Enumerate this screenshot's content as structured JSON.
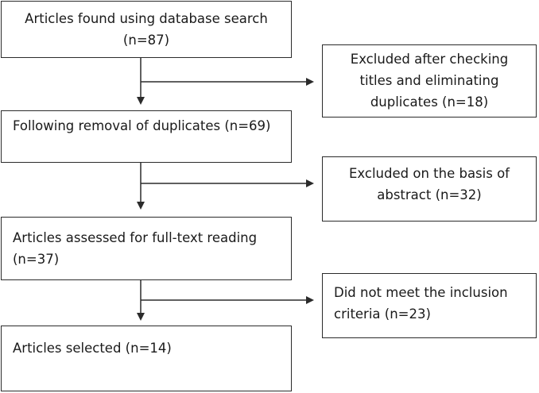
{
  "main_steps": [
    {
      "lines": [
        "Articles found using database search",
        "(n=87)"
      ]
    },
    {
      "lines": [
        "Following removal of duplicates (n=69)"
      ]
    },
    {
      "lines": [
        "Articles assessed for full-text reading",
        "(n=37)"
      ]
    },
    {
      "lines": [
        "Articles selected (n=14)"
      ]
    }
  ],
  "exclusions": [
    {
      "lines": [
        "Excluded after checking",
        "titles and eliminating",
        "duplicates (n=18)"
      ]
    },
    {
      "lines": [
        "Excluded on the basis of",
        "abstract (n=32)"
      ]
    },
    {
      "lines": [
        "Did not meet the inclusion",
        "criteria (n=23)"
      ]
    }
  ]
}
